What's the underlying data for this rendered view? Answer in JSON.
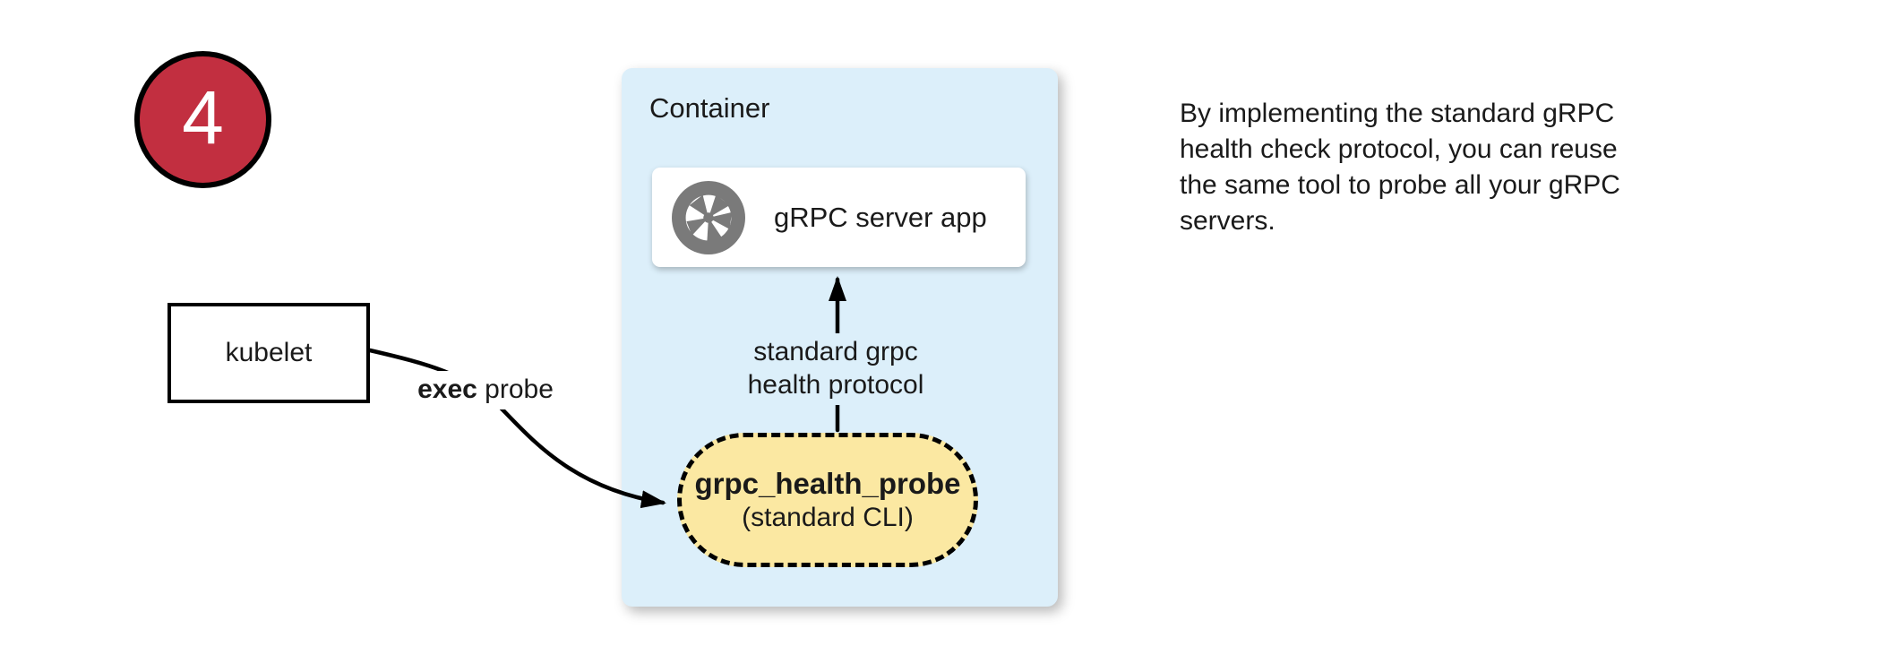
{
  "badge": {
    "number": "4"
  },
  "nodes": {
    "kubelet": {
      "label": "kubelet"
    },
    "container": {
      "title": "Container"
    },
    "grpc_server": {
      "label": "gRPC server app",
      "icon": "aperture-icon"
    },
    "health_probe": {
      "title": "grpc_health_probe",
      "subtitle": "(standard CLI)"
    }
  },
  "edges": {
    "exec_probe": {
      "bold": "exec",
      "rest": " probe"
    },
    "health_protocol": {
      "line1": "standard grpc",
      "line2": "health protocol"
    }
  },
  "note": "By implementing the standard gRPC health check protocol, you can reuse the same tool to probe all your gRPC servers.",
  "colors": {
    "badge-red": "#c22f40",
    "container-blue": "#dceffa",
    "probe-yellow": "#fbe8a2",
    "icon-gray": "#7a7a7a"
  }
}
